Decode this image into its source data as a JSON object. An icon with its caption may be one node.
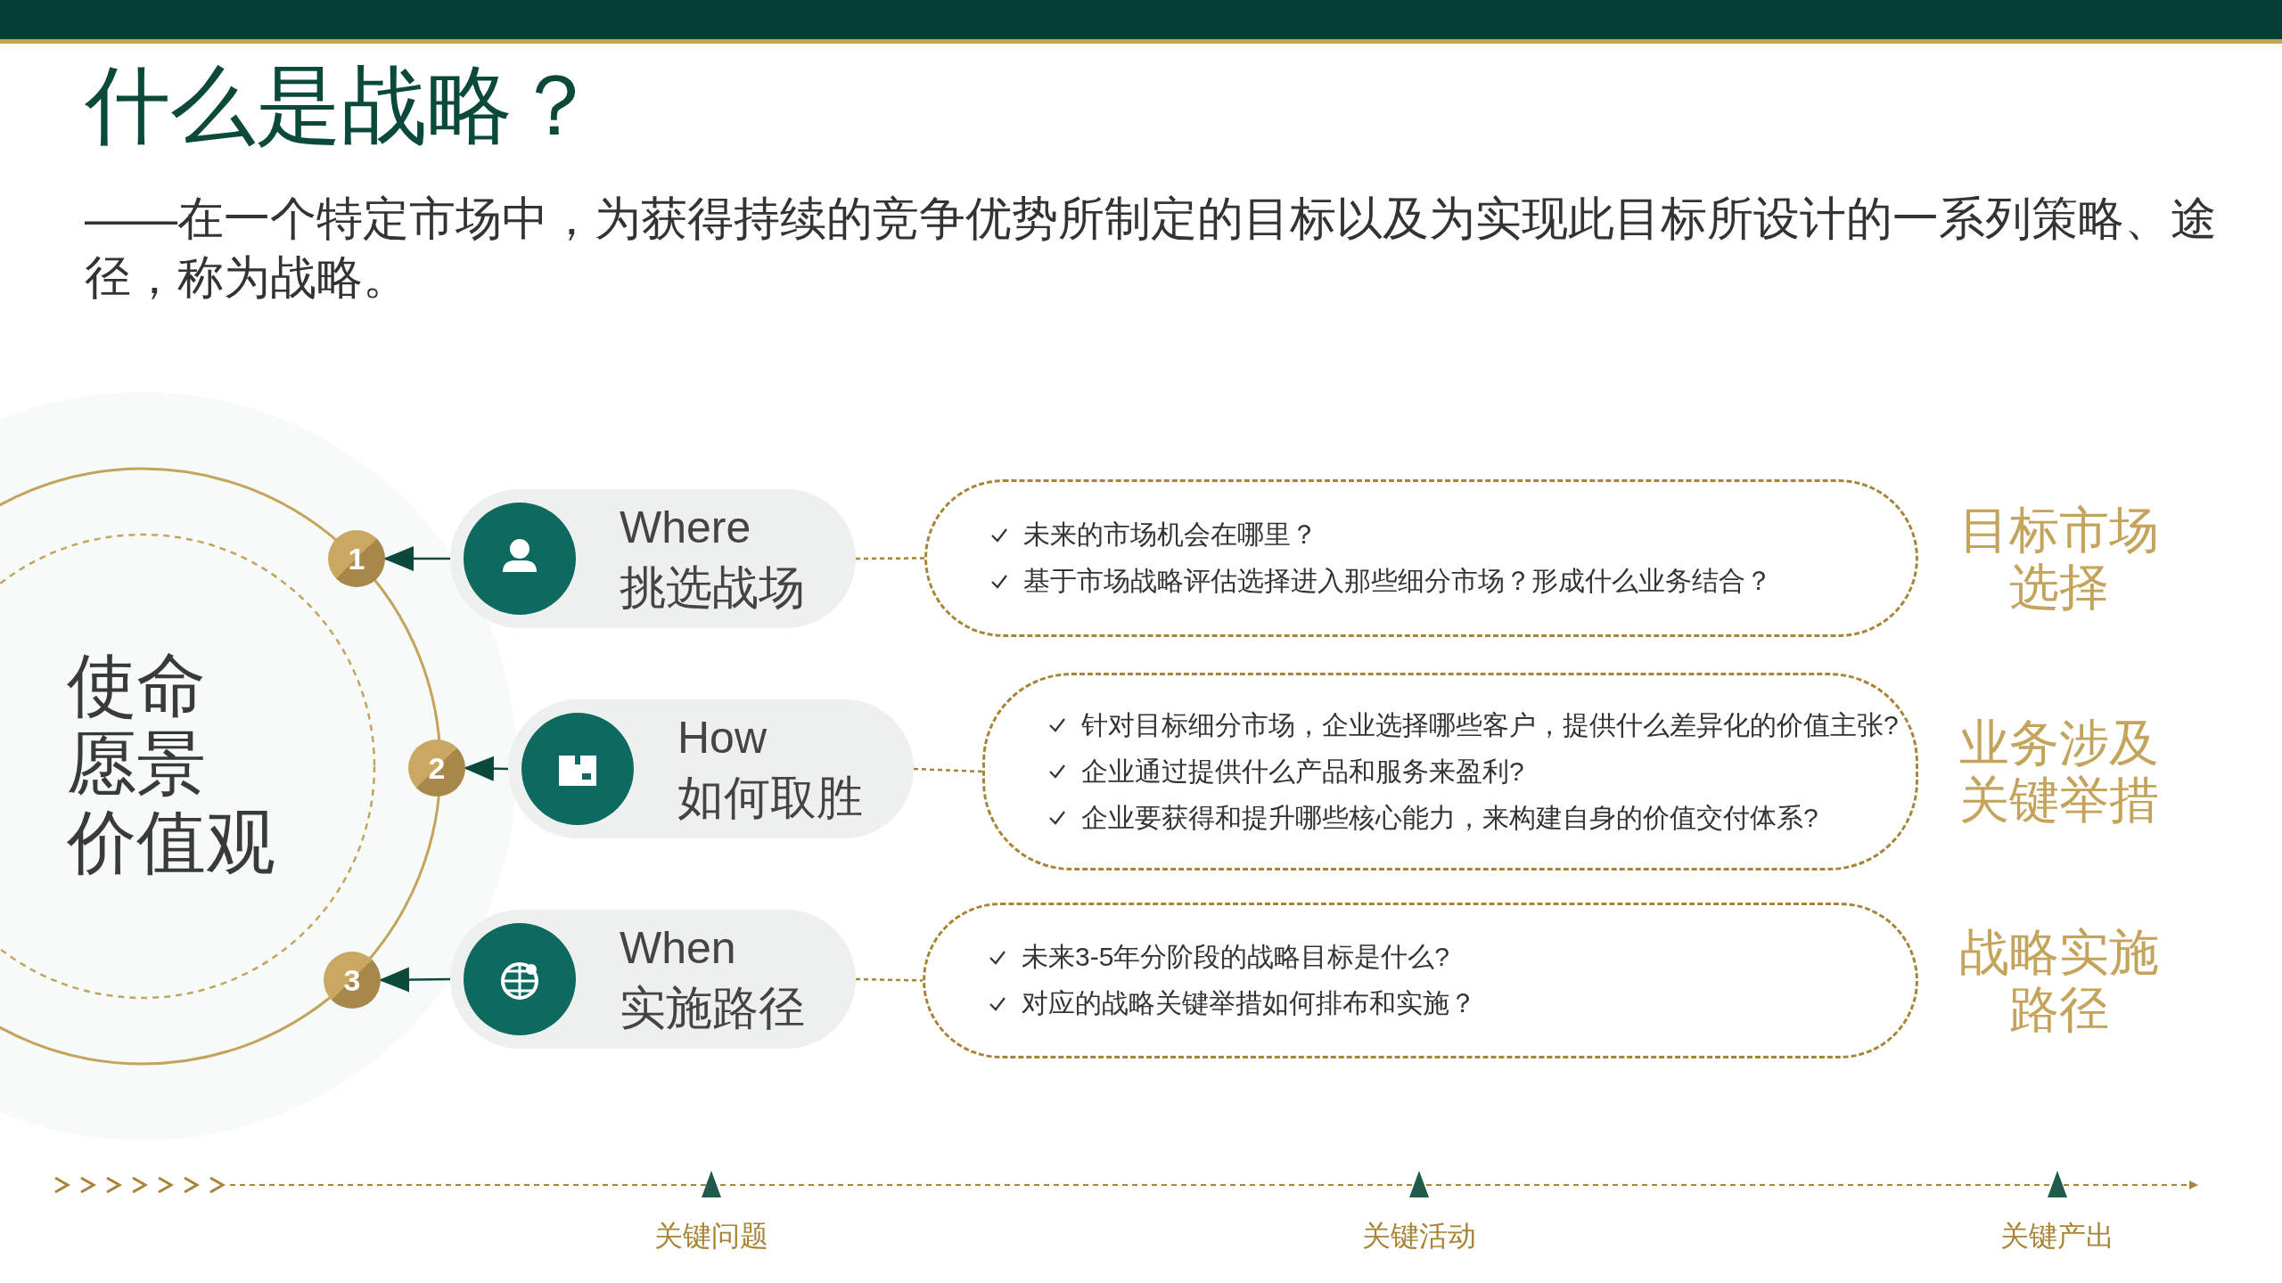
{
  "diagram": {
    "title": "什么是战略？",
    "nodes": [
      {
        "text": [
          "使命",
          "愿景",
          "价值观"
        ]
      },
      {
        "text": [
          "1"
        ]
      },
      {
        "text": [
          "Where",
          "挑选战场"
        ]
      },
      {
        "text": [
          "未来的市场机会在哪里？",
          "基于市场战略评估选择进入那些细分市场？形成什么业务结合？"
        ],
        "beside": [
          "目标市场选择"
        ]
      },
      {
        "text": [
          "2"
        ]
      },
      {
        "text": [
          "How",
          "如何取胜"
        ]
      },
      {
        "text": [
          "针对目标细分市场，企业选择哪些客户，提供什么差异化的价值主张?",
          "企业通过提供什么产品和服务来盈利?",
          "企业要获得和提升哪些核心能力，来构建自身的价值交付体系?"
        ],
        "beside": [
          "业务涉及关键举措"
        ]
      },
      {
        "text": [
          "3"
        ]
      },
      {
        "text": [
          "When",
          "实施路径"
        ]
      },
      {
        "text": [
          "未来3-5年分阶段的战略目标是什么?",
          "对应的战略关键举措如何排布和实施？"
        ],
        "beside": [
          "战略实施路径"
        ]
      }
    ],
    "edges": [
      {
        "from": 2,
        "to": 1,
        "arrow": "to"
      },
      {
        "from": 2,
        "to": 3,
        "arrow": "none",
        "style": "dashed",
        "color": "#a88436"
      },
      {
        "from": 5,
        "to": 4,
        "arrow": "to"
      },
      {
        "from": 5,
        "to": 6,
        "arrow": "none",
        "style": "dashed",
        "color": "#a88436"
      },
      {
        "from": 8,
        "to": 7,
        "arrow": "to"
      },
      {
        "from": 8,
        "to": 9,
        "arrow": "none",
        "style": "dashed",
        "color": "#a88436"
      }
    ],
    "labels": [
      "——在一个特定市场中，为获得持续的竞争优势所制定的目标以及为实现此目标所设计的一系列策略、途径，称为战略。",
      "关键问题",
      "关键活动",
      "关键产出"
    ]
  }
}
